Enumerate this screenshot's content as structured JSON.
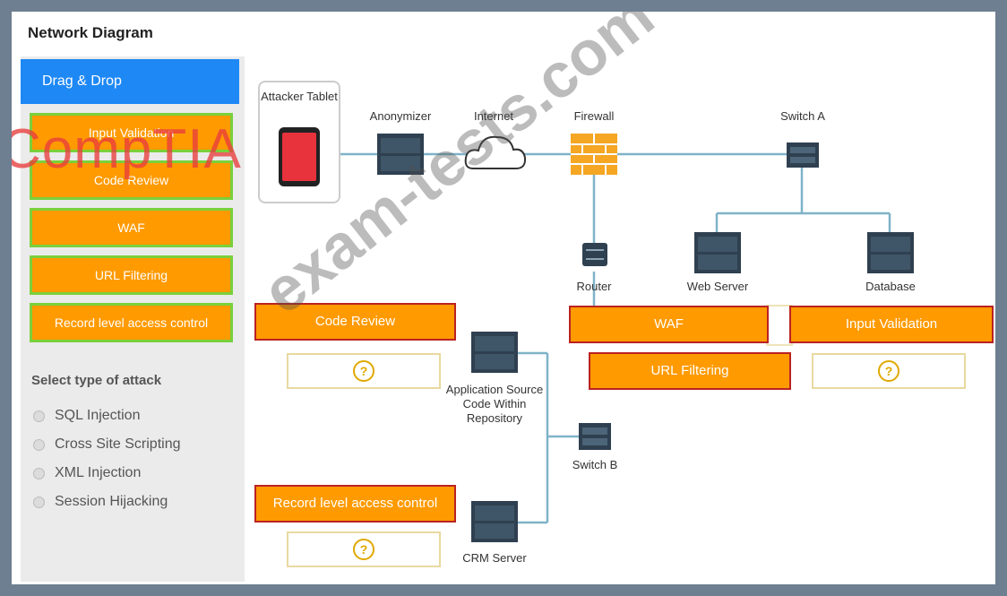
{
  "title": "Network Diagram",
  "sidebar": {
    "header": "Drag & Drop",
    "items": [
      "Input Validation",
      "Code Review",
      "WAF",
      "URL Filtering",
      "Record level access control"
    ],
    "attack_title": "Select type of attack",
    "attacks": [
      "SQL Injection",
      "Cross Site Scripting",
      "XML Injection",
      "Session Hijacking"
    ]
  },
  "nodes": {
    "tablet": "Attacker Tablet",
    "anonymizer": "Anonymizer",
    "internet": "Internet",
    "firewall": "Firewall",
    "switch_a": "Switch A",
    "router": "Router",
    "web_server": "Web Server",
    "database": "Database",
    "app_repo": "Application Source Code Within Repository",
    "switch_b": "Switch B",
    "crm": "CRM Server"
  },
  "zones": {
    "code_review": "Code Review",
    "waf": "WAF",
    "input_validation": "Input Validation",
    "url_filtering": "URL Filtering",
    "record_level": "Record level access control"
  },
  "placeholder_symbol": "?",
  "watermarks": {
    "brand": "CompTIA",
    "site": "exam-tests.com"
  },
  "colors": {
    "accent": "#1e88f5",
    "item": "#ff9a00",
    "item_border": "#7ad03b",
    "zone_border": "#b22222",
    "link": "#7fb3c8",
    "tablet": "#e8323c",
    "firewall": "#f5a623"
  }
}
